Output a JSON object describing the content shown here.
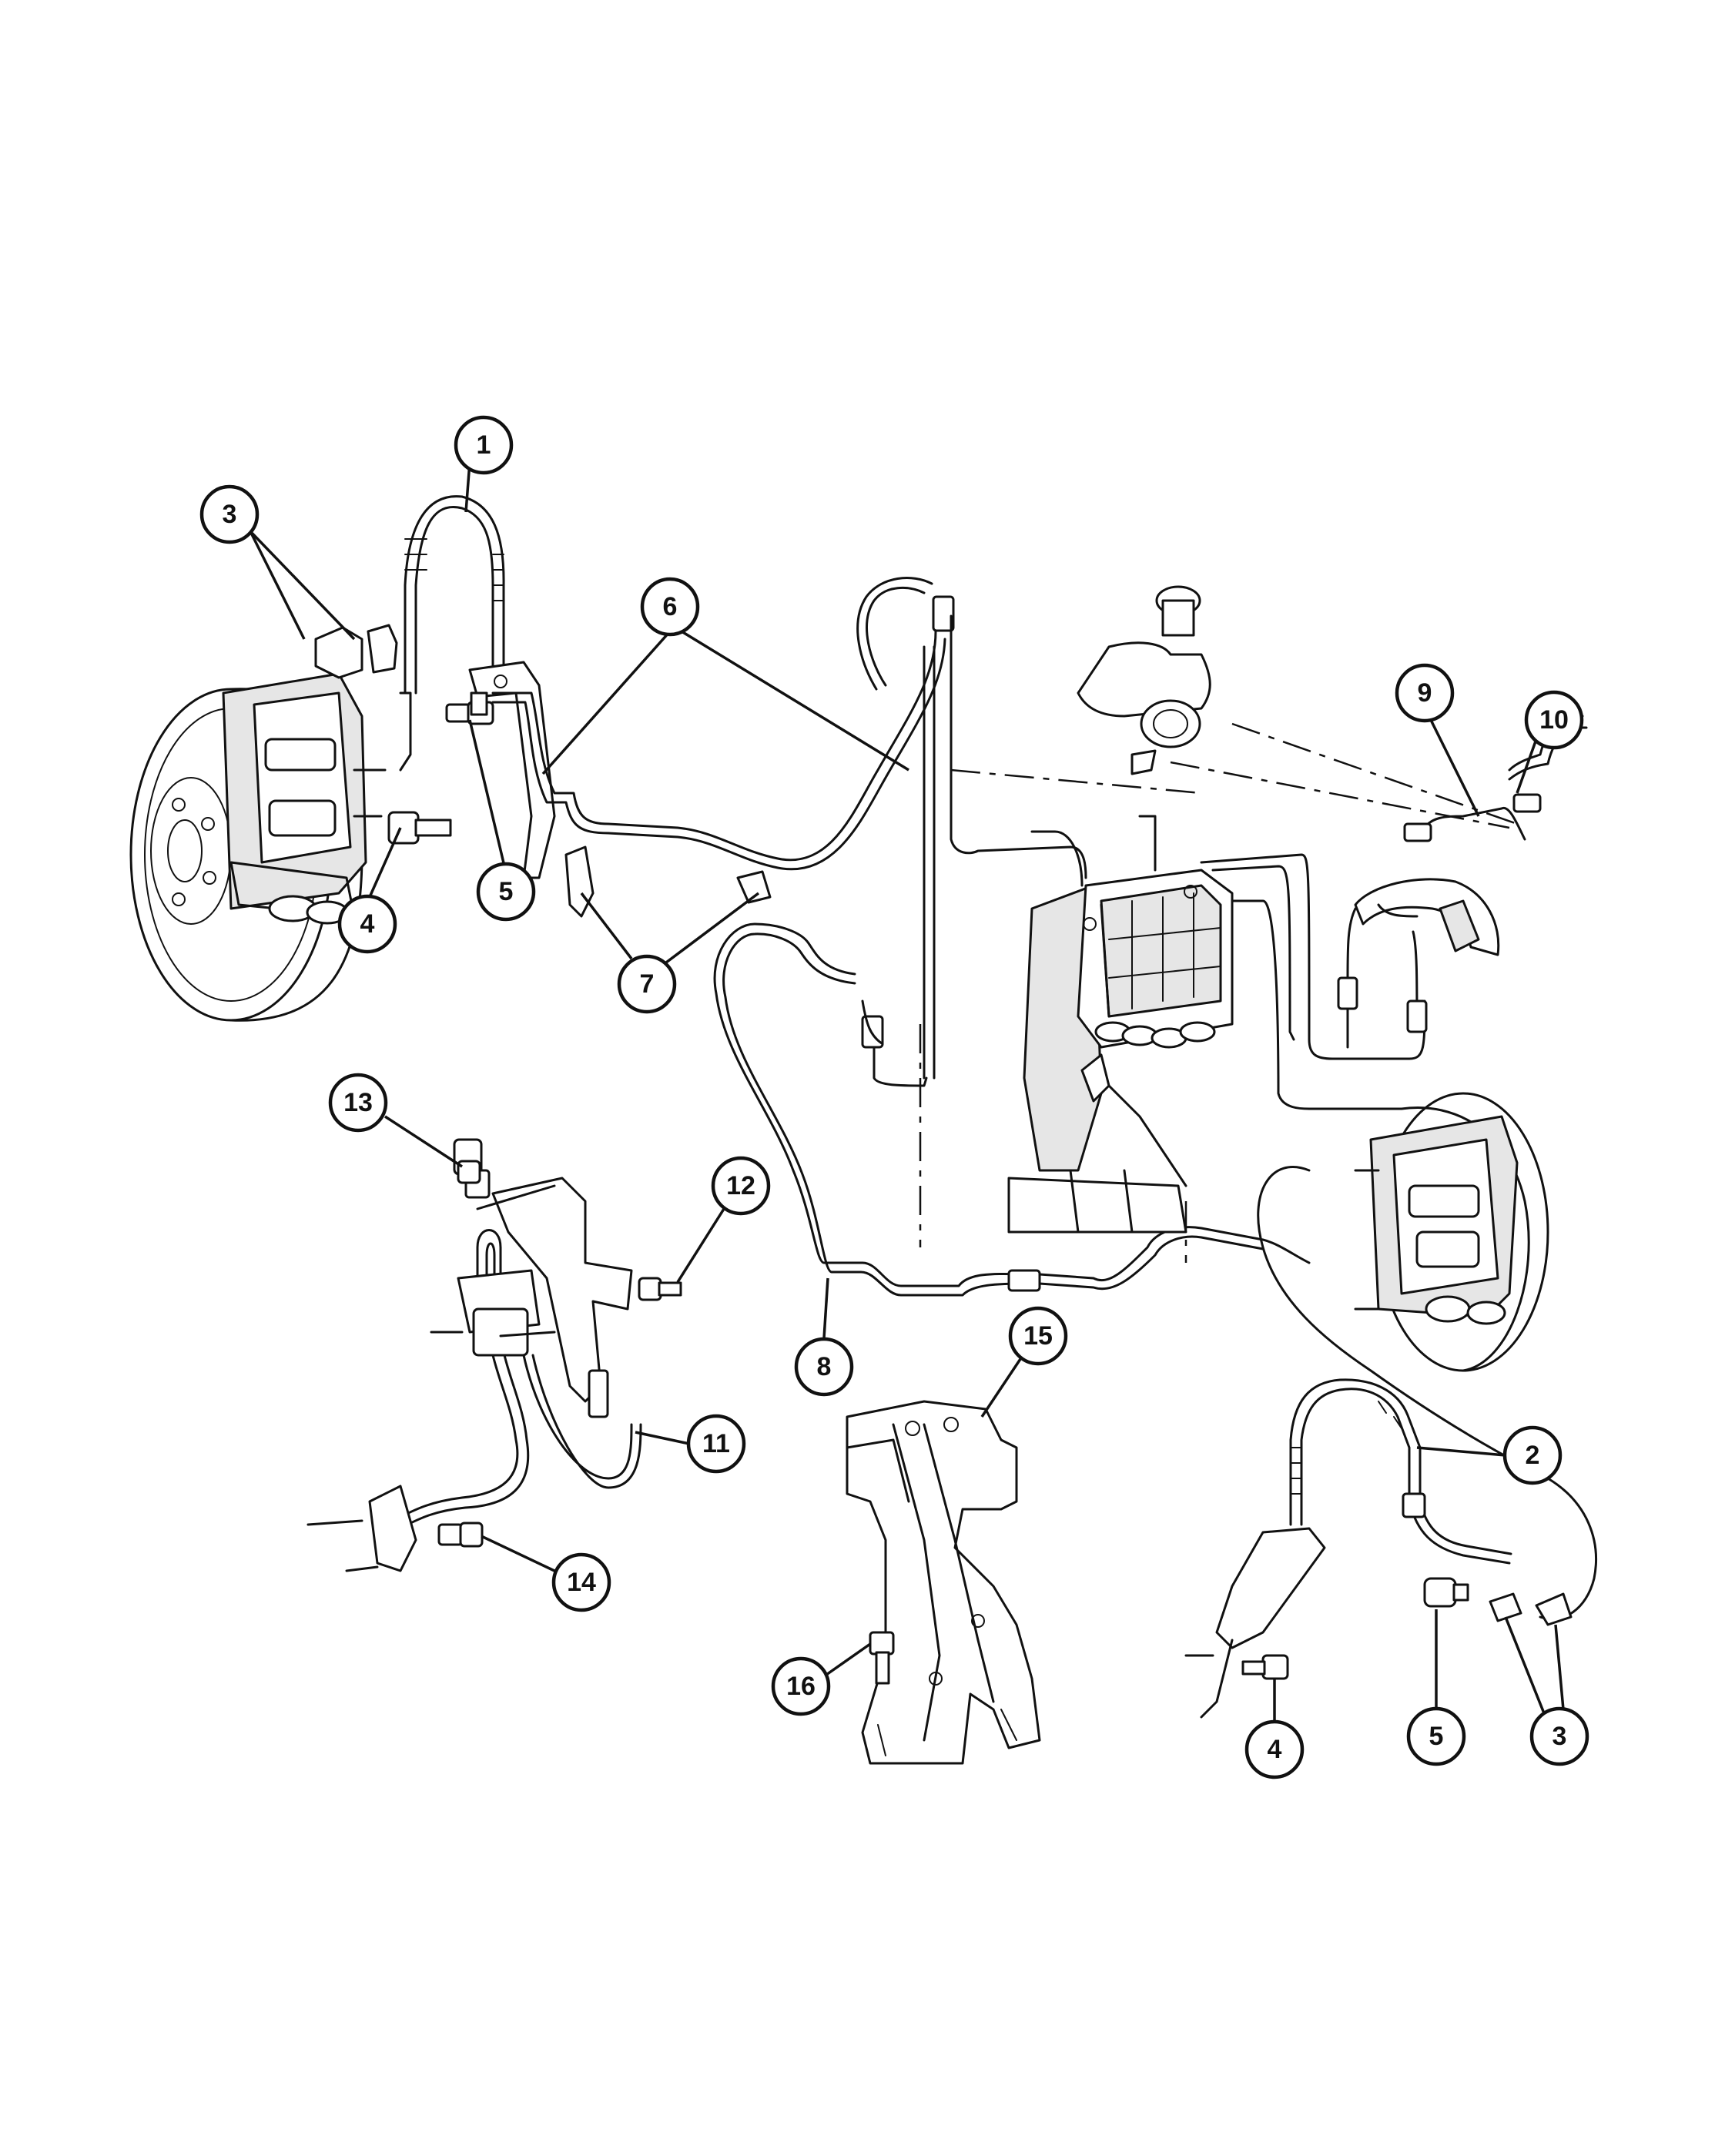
{
  "callouts": [
    {
      "id": "c1",
      "label": "1"
    },
    {
      "id": "c2",
      "label": "2"
    },
    {
      "id": "c3a",
      "label": "3"
    },
    {
      "id": "c3b",
      "label": "3"
    },
    {
      "id": "c4a",
      "label": "4"
    },
    {
      "id": "c4b",
      "label": "4"
    },
    {
      "id": "c5a",
      "label": "5"
    },
    {
      "id": "c5b",
      "label": "5"
    },
    {
      "id": "c6",
      "label": "6"
    },
    {
      "id": "c7",
      "label": "7"
    },
    {
      "id": "c8",
      "label": "8"
    },
    {
      "id": "c9",
      "label": "9"
    },
    {
      "id": "c10",
      "label": "10"
    },
    {
      "id": "c11",
      "label": "11"
    },
    {
      "id": "c12",
      "label": "12"
    },
    {
      "id": "c13",
      "label": "13"
    },
    {
      "id": "c14",
      "label": "14"
    },
    {
      "id": "c15",
      "label": "15"
    },
    {
      "id": "c16",
      "label": "16"
    }
  ]
}
